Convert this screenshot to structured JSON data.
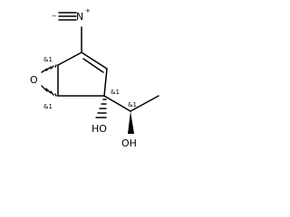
{
  "molecule": {
    "atoms": {
      "isocyano_n": "N",
      "isocyano_c_charge": "−",
      "isocyano_n_charge": "+",
      "epoxide_o": "O",
      "ring_hydroxyl": "HO",
      "side_hydroxyl": "OH"
    },
    "stereo_labels": {
      "upper_epoxide_c": "&1",
      "lower_epoxide_c": "&1",
      "quaternary_c": "&1",
      "side_chain_c": "&1"
    }
  }
}
